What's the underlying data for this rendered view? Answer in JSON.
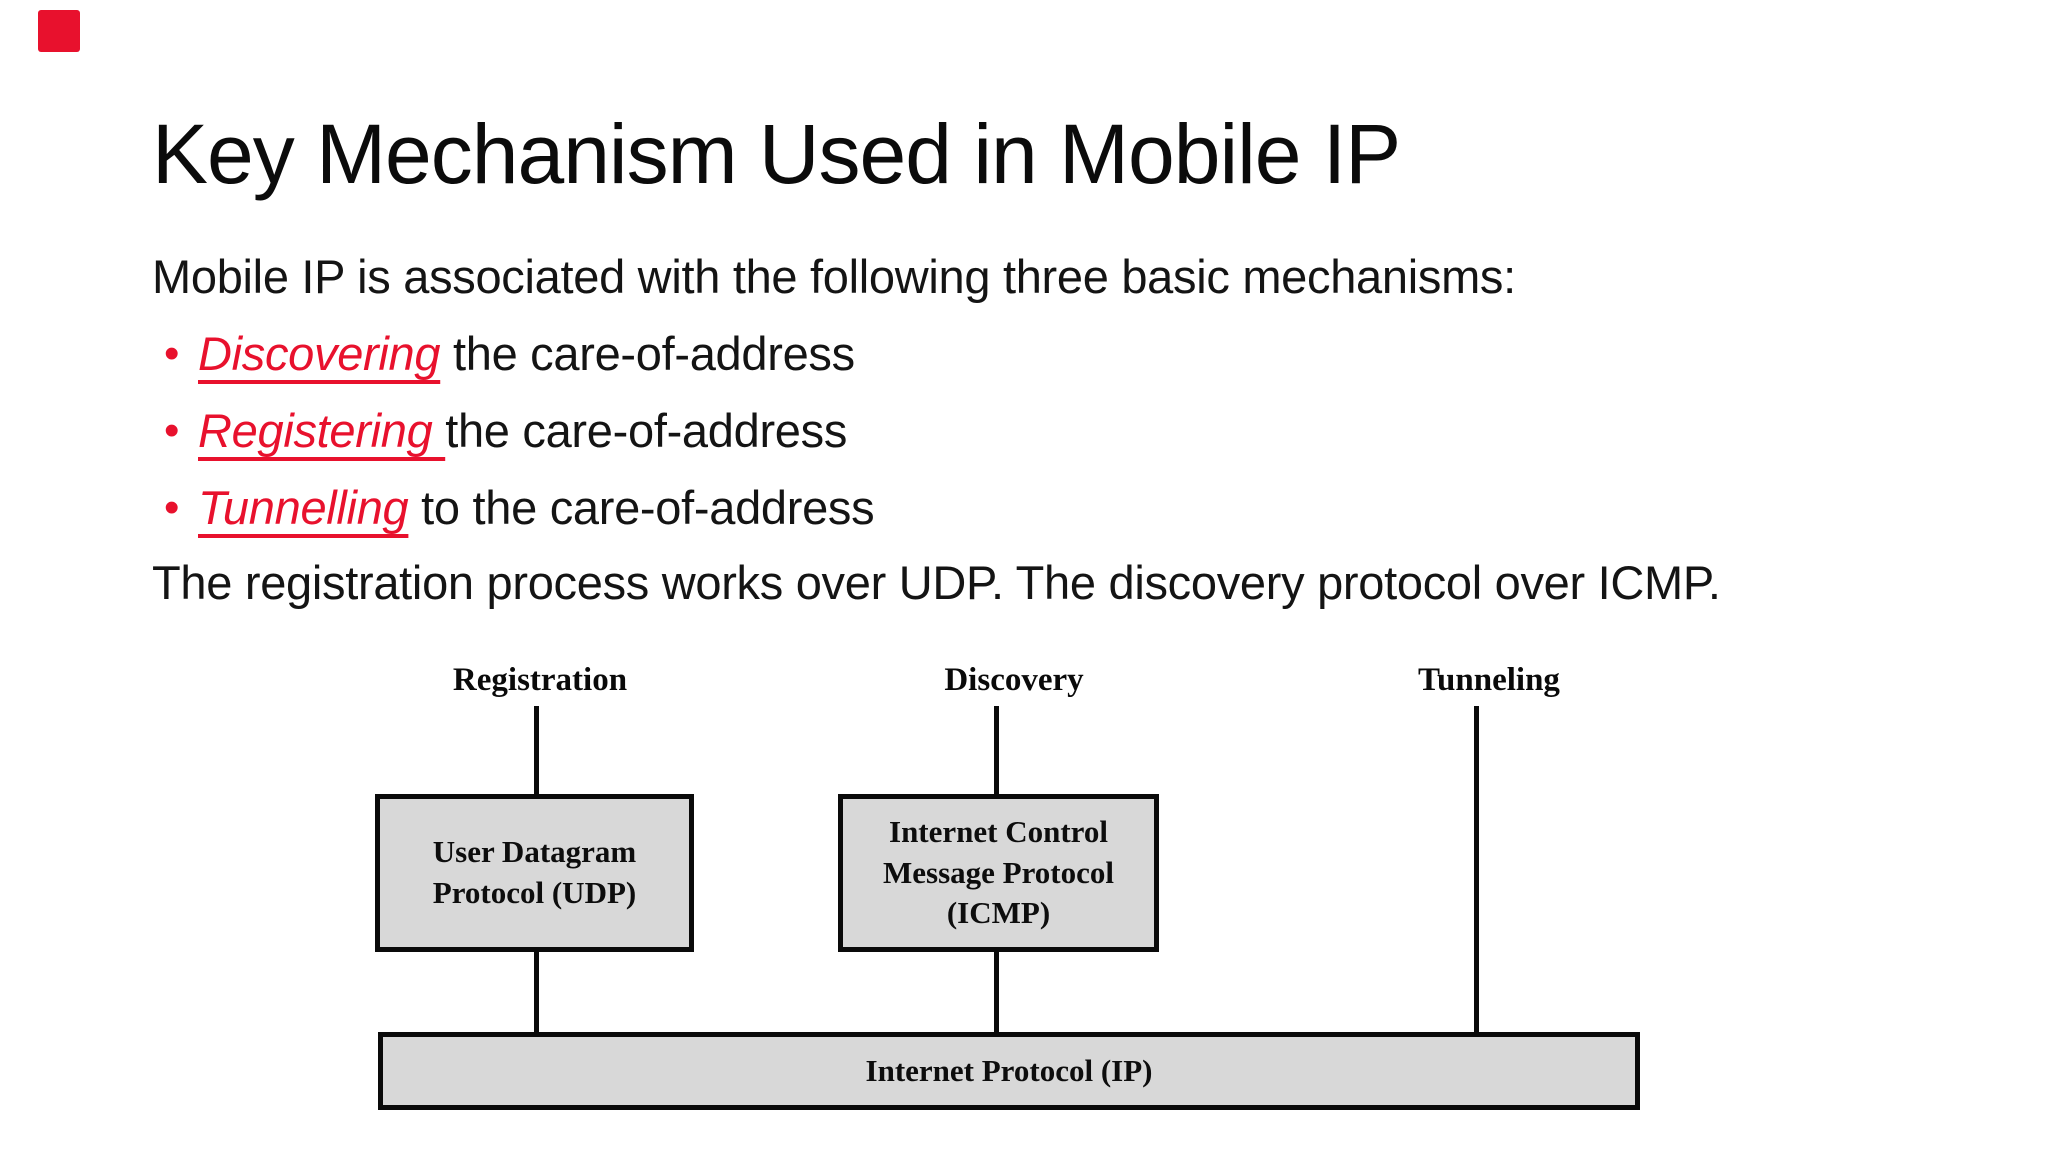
{
  "slide": {
    "title": "Key Mechanism Used in Mobile IP",
    "intro": "Mobile IP is associated with the following three basic mechanisms:",
    "bullets": [
      {
        "marker": "•",
        "term": "Discovering",
        "rest": " the care-of-address"
      },
      {
        "marker": "•",
        "term": "Registering ",
        "rest": "the care-of-address"
      },
      {
        "marker": "•",
        "term": "Tunnelling",
        "rest": " to the care-of-address"
      }
    ],
    "note": "The registration process works over UDP. The discovery protocol over ICMP.",
    "accent_red": "#e8112d",
    "text_color": "#141414"
  },
  "diagram": {
    "labels": [
      {
        "text": "Registration"
      },
      {
        "text": "Discovery"
      },
      {
        "text": "Tunneling"
      }
    ],
    "boxes": [
      {
        "lines": [
          "User Datagram",
          "Protocol (UDP)"
        ]
      },
      {
        "lines": [
          "Internet Control",
          "Message Protocol",
          "(ICMP)"
        ]
      }
    ],
    "base_bar": "Internet Protocol (IP)",
    "box_fill": "#d8d8d8",
    "line_color": "#0a0a0a"
  },
  "overlay": {
    "recording_marker_color": "#e8112d"
  }
}
